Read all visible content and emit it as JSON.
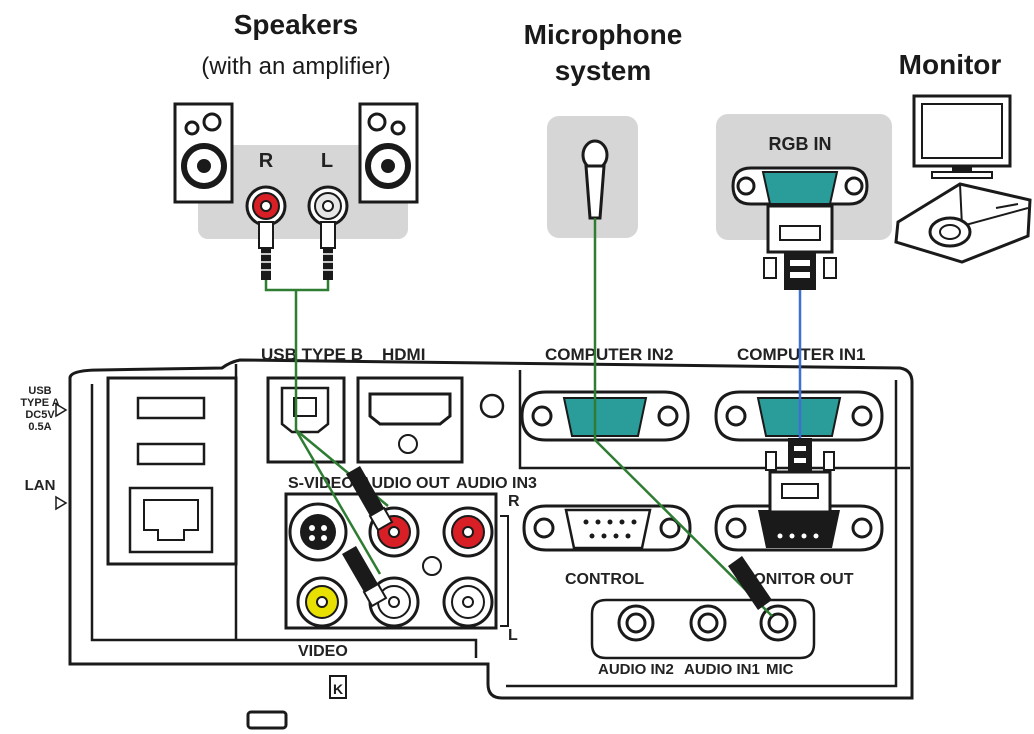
{
  "devices": {
    "speakers": {
      "title": "Speakers",
      "subtitle": "(with an amplifier)",
      "right_label": "R",
      "left_label": "L"
    },
    "microphone": {
      "title_line1": "Microphone",
      "title_line2": "system"
    },
    "monitor": {
      "title": "Monitor",
      "port_label": "RGB IN"
    }
  },
  "panel": {
    "usb_type_b": "USB TYPE B",
    "hdmi": "HDMI",
    "computer_in2": "COMPUTER IN2",
    "computer_in1": "COMPUTER IN1",
    "usb_type_a_1": "USB",
    "usb_type_a_2": "TYPE A",
    "usb_type_a_3": "DC5V",
    "usb_type_a_4": "0.5A",
    "lan": "LAN",
    "s_video": "S-VIDEO",
    "audio_out": "AUDIO OUT",
    "audio_in3": "AUDIO IN3",
    "r": "R",
    "l": "L",
    "video": "VIDEO",
    "control": "CONTROL",
    "monitor_out": "MONITOR OUT",
    "audio_in2": "AUDIO IN2",
    "audio_in1": "AUDIO IN1",
    "mic": "MIC"
  },
  "colors": {
    "red_jack": "#d81f26",
    "yellow_jack": "#e8e000",
    "vga_teal": "#2a9d9a",
    "cable_green": "#2e7d32",
    "cable_blue": "#3f6fd1",
    "backdrop": "#d6d6d6"
  }
}
